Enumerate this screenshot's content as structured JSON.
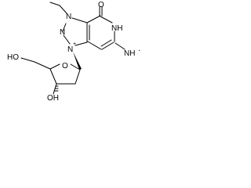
{
  "molecule": {
    "atoms": {
      "o_carbonyl": "O",
      "nh_ring": "NH",
      "nh_amine": "NH",
      "radical_dot": "·",
      "n_plus": "N",
      "plus_charge": "+",
      "n_ring": "N",
      "n_ethyl": "N",
      "o_sugar_ring": "O",
      "ho_primary": "HO",
      "oh_secondary": "OH"
    }
  }
}
